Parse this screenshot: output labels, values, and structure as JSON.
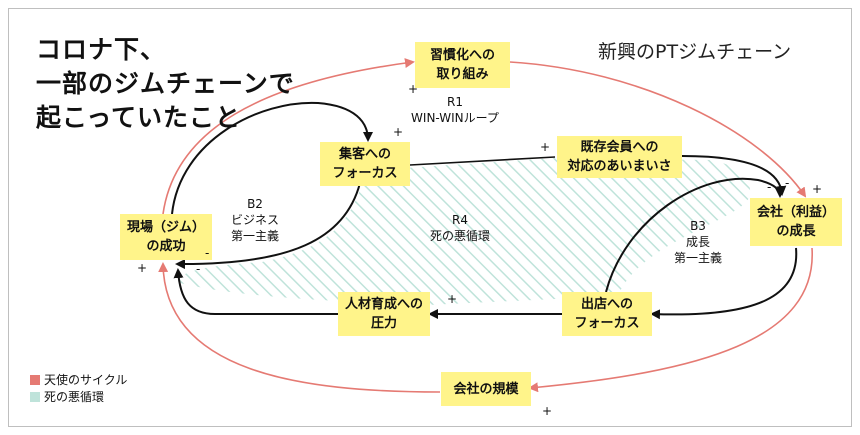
{
  "title_lines": [
    "コロナ下、",
    "一部のジムチェーンで",
    "起こっていたこと"
  ],
  "subtitle": "新興のPTジムチェーン",
  "nodes": {
    "habit": [
      "習慣化への",
      "取り組み"
    ],
    "customer_focus": [
      "集客への",
      "フォーカス"
    ],
    "existing_members": [
      "既存会員への",
      "対応のあいまいさ"
    ],
    "site_success": [
      "現場（ジム）",
      "の成功"
    ],
    "company_growth": [
      "会社（利益）",
      "の成長"
    ],
    "hr_pressure": [
      "人材育成への",
      "圧力"
    ],
    "store_focus": [
      "出店への",
      "フォーカス"
    ],
    "company_scale": [
      "会社の規模"
    ]
  },
  "loops": {
    "r1": [
      "R1",
      "WIN-WINループ"
    ],
    "b2": [
      "B2",
      "ビジネス",
      "第一主義"
    ],
    "r4": [
      "R4",
      "死の悪循環"
    ],
    "b3": [
      "B3",
      "成長",
      "第一主義"
    ]
  },
  "legend": {
    "angel": "天使のサイクル",
    "vicious": "死の悪循環"
  },
  "colors": {
    "angel": "#e57a73",
    "vicious": "#bfe3da",
    "node": "#fff48a",
    "arrow": "#111111"
  }
}
